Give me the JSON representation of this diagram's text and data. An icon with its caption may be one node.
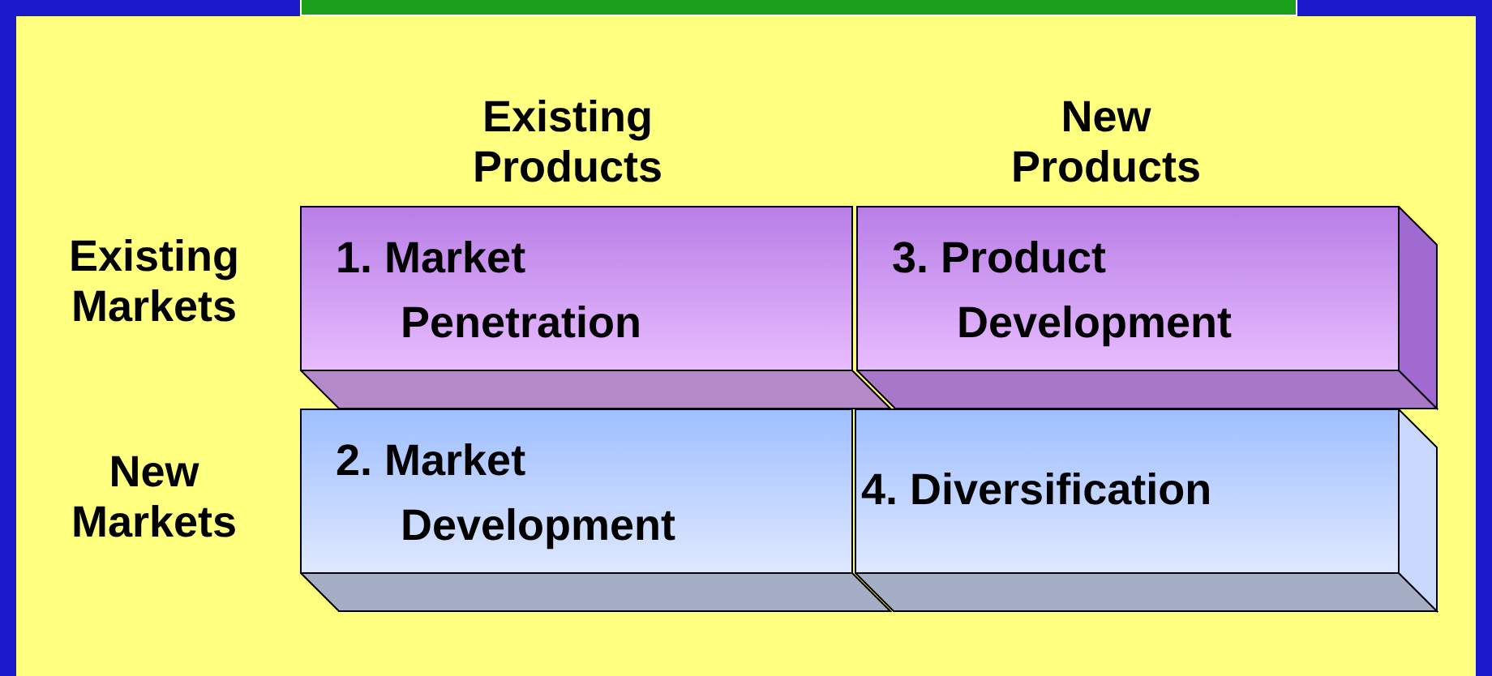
{
  "diagram": {
    "nodes": [
      {
        "text": [
          "1. Market Penetration"
        ]
      },
      {
        "text": [
          "3. Product Development"
        ]
      },
      {
        "text": [
          "2. Market Development"
        ]
      },
      {
        "text": [
          "4. Diversification"
        ]
      }
    ],
    "labels": [
      "Existing Products",
      "New Products",
      "Existing Markets",
      "New Markets"
    ]
  }
}
